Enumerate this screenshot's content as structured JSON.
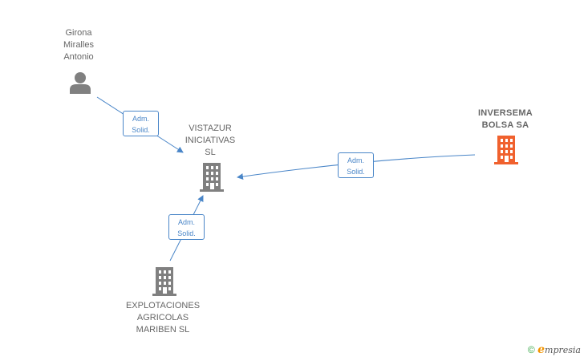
{
  "nodes": {
    "person": {
      "name_lines": [
        "Girona",
        "Miralles",
        "Antonio"
      ],
      "kind": "person"
    },
    "vistazur": {
      "name_lines": [
        "VISTAZUR",
        "INICIATIVAS",
        "SL"
      ],
      "kind": "company"
    },
    "inversema": {
      "name_lines": [
        "INVERSEMA",
        "BOLSA SA"
      ],
      "kind": "company",
      "highlight": true
    },
    "explotaciones": {
      "name_lines": [
        "EXPLOTACIONES",
        "AGRICOLAS",
        "MARIBEN SL"
      ],
      "kind": "company"
    }
  },
  "edges": [
    {
      "from": "Girona Miralles Antonio",
      "to": "VISTAZUR INICIATIVAS SL",
      "label_lines": [
        "Adm.",
        "Solid."
      ]
    },
    {
      "from": "INVERSEMA BOLSA SA",
      "to": "VISTAZUR INICIATIVAS SL",
      "label_lines": [
        "Adm.",
        "Solid."
      ]
    },
    {
      "from": "EXPLOTACIONES AGRICOLAS MARIBEN SL",
      "to": "VISTAZUR INICIATIVAS SL",
      "label_lines": [
        "Adm.",
        "Solid."
      ]
    }
  ],
  "colors": {
    "edge": "#4a86c8",
    "icon_gray": "#808080",
    "icon_highlight": "#f0612e",
    "brand_e": "#f29400",
    "copyright": "#3aa84a"
  },
  "footer": {
    "copyright_symbol": "©",
    "brand_initial": "e",
    "brand_rest": "mpresia"
  }
}
